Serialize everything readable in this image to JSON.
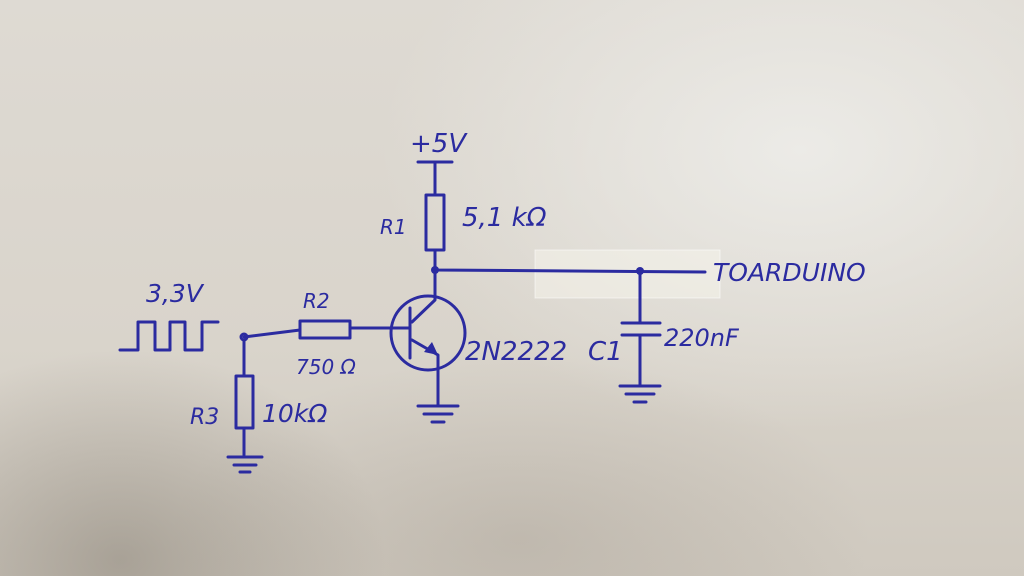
{
  "supply": {
    "label": "+5V"
  },
  "r1": {
    "name": "R1",
    "value": "5,1 kΩ"
  },
  "r2": {
    "name": "R2",
    "value": "750 Ω"
  },
  "r3": {
    "name": "R3",
    "value": "10kΩ"
  },
  "transistor": {
    "part": "2N2222"
  },
  "c1": {
    "name": "C1",
    "value": "220nF"
  },
  "input": {
    "label": "3,3V"
  },
  "output": {
    "label": "TOARDUINO"
  },
  "colors": {
    "ink": "#2b2ba0"
  }
}
